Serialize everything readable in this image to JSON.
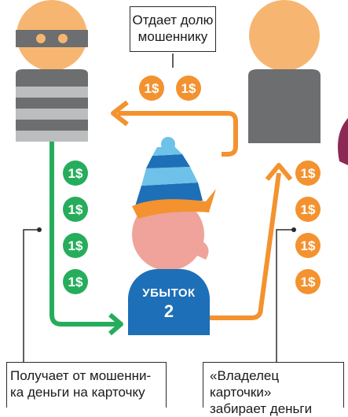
{
  "labels": {
    "top_note": "Отдает долю\nмошеннику",
    "loss_title": "УБЫТОК",
    "loss_number": "2",
    "bottom_left": "Получает от мошенни-\nка деньги на карточку",
    "bottom_right": "«Владелец карточки»\nзабирает деньги"
  },
  "colors": {
    "green": "#26ad5b",
    "orange": "#f3922f",
    "blue": "#1d6fb7",
    "skin": "#f6b671",
    "gray": "#6c6e70",
    "light_gray": "#bcbdbe"
  },
  "coins": {
    "symbol": "1$"
  }
}
